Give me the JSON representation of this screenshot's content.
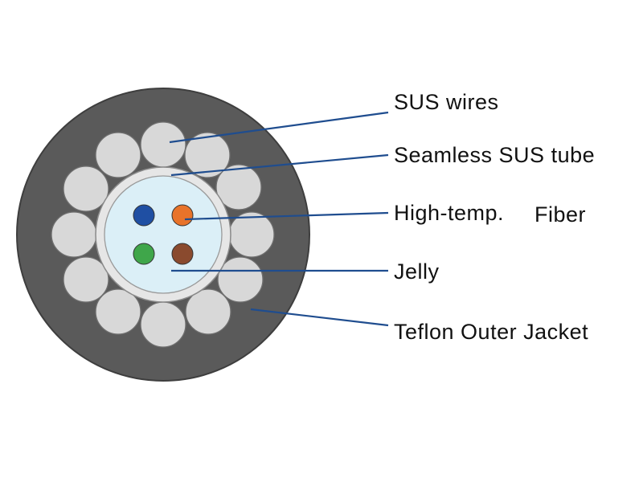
{
  "diagram": {
    "labels": {
      "sus_wires": "SUS wires",
      "seamless_tube": "Seamless SUS tube",
      "fiber_a": "High-temp.",
      "fiber_b": "Fiber",
      "jelly": "Jelly",
      "jacket": "Teflon Outer Jacket"
    },
    "colors": {
      "jacket": "#5a5a5a",
      "wire": "#d8d8d8",
      "tube": "#e6e6e6",
      "jelly": "#dbeff7",
      "leader": "#1f4d8f",
      "fibers": [
        "#1f4fa3",
        "#e8732a",
        "#3fa64a",
        "#8a4a2e"
      ]
    }
  }
}
